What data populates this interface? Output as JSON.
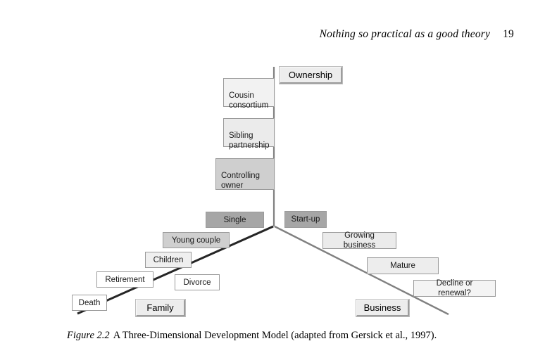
{
  "page": {
    "running_head_title": "Nothing so practical as a good theory",
    "page_number": "19",
    "caption_label": "Figure 2.2",
    "caption_text": "A Three-Dimensional Development Model (adapted from Gersick et al., 1997)."
  },
  "colors": {
    "box_border": "#9a9a9a",
    "axis_line_vertical": "#808080",
    "axis_line_family": "#262626",
    "axis_line_business": "#808080",
    "shade_darkest": "#a6a6a6",
    "shade_dark": "#cfcfcf",
    "shade_medium": "#e2e2e2",
    "shade_light": "#ebebeb",
    "shade_lightest": "#f2f2f2",
    "shade_white": "#ffffff",
    "axis_label_fill": "#ededed"
  },
  "axes": {
    "ownership": {
      "label": "Ownership",
      "stages": [
        {
          "label": "Cousin\nconsortium",
          "fill": "#f2f2f2"
        },
        {
          "label": "Sibling\npartnership",
          "fill": "#ebebeb"
        },
        {
          "label": "Controlling\nowner",
          "fill": "#cfcfcf"
        }
      ]
    },
    "family": {
      "label": "Family",
      "stages": [
        {
          "label": "Single",
          "fill": "#a6a6a6"
        },
        {
          "label": "Young couple",
          "fill": "#cfcfcf"
        },
        {
          "label": "Children",
          "fill": "#efefef"
        },
        {
          "label": "Divorce",
          "fill": "#ffffff"
        },
        {
          "label": "Retirement",
          "fill": "#ffffff"
        },
        {
          "label": "Death",
          "fill": "#ffffff"
        }
      ]
    },
    "business": {
      "label": "Business",
      "stages": [
        {
          "label": "Start-up",
          "fill": "#a6a6a6"
        },
        {
          "label": "Growing business",
          "fill": "#ebebeb"
        },
        {
          "label": "Mature",
          "fill": "#ededed"
        },
        {
          "label": "Decline or renewal?",
          "fill": "#f4f4f4"
        }
      ]
    }
  }
}
